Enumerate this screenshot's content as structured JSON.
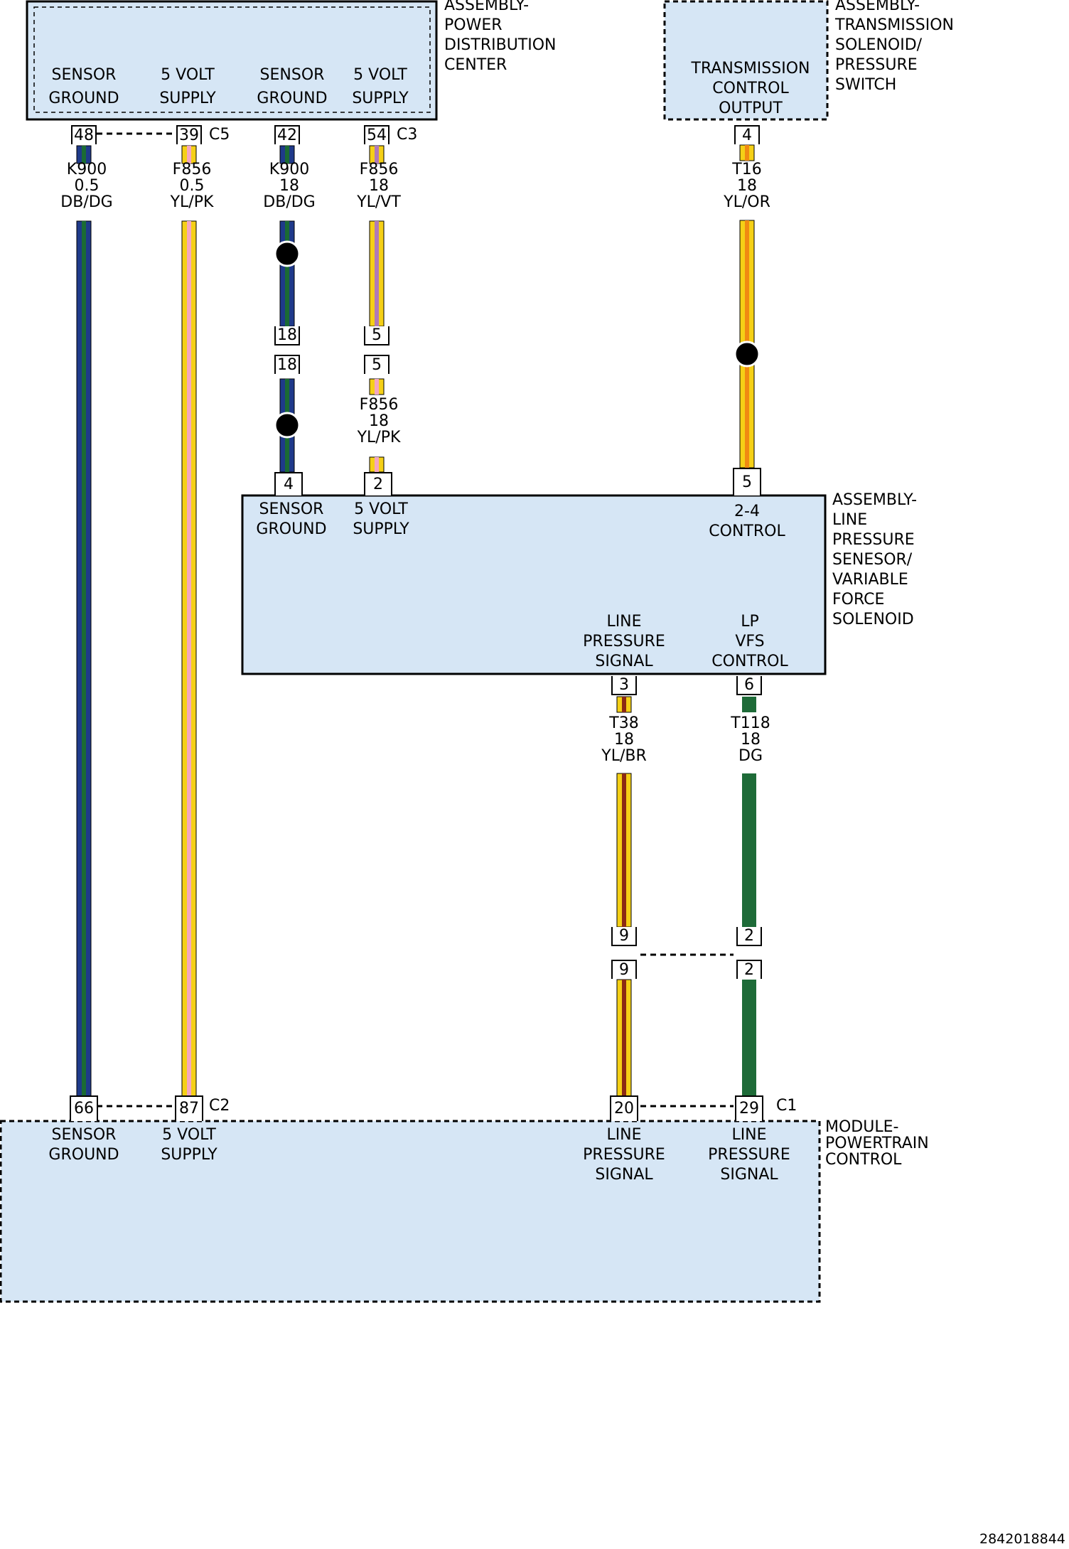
{
  "components": {
    "pdc": {
      "name": [
        "ASSEMBLY-",
        "POWER",
        "DISTRIBUTION",
        "CENTER"
      ],
      "functions": [
        {
          "line1": "SENSOR",
          "line2": "GROUND"
        },
        {
          "line1": "5 VOLT",
          "line2": "SUPPLY"
        },
        {
          "line1": "SENSOR",
          "line2": "GROUND"
        },
        {
          "line1": "5 VOLT",
          "line2": "SUPPLY"
        }
      ]
    },
    "tsps": {
      "name": [
        "ASSEMBLY-",
        "TRANSMISSION",
        "SOLENOID/",
        "PRESSURE",
        "SWITCH"
      ],
      "function": [
        "TRANSMISSION",
        "CONTROL",
        "OUTPUT"
      ]
    },
    "lps": {
      "name": [
        "ASSEMBLY-",
        "LINE",
        "PRESSURE",
        "SENESOR/",
        "VARIABLE",
        "FORCE",
        "SOLENOID"
      ],
      "functions": {
        "sensor_ground": [
          "SENSOR",
          "GROUND"
        ],
        "volt_supply": [
          "5 VOLT",
          "SUPPLY"
        ],
        "control_24": [
          "2-4",
          "CONTROL"
        ],
        "line_pressure_signal": [
          "LINE",
          "PRESSURE",
          "SIGNAL"
        ],
        "lp_vfs_control": [
          "LP",
          "VFS",
          "CONTROL"
        ]
      }
    },
    "pcm": {
      "name": [
        "MODULE-",
        "POWERTRAIN",
        "CONTROL"
      ],
      "functions": {
        "sensor_ground": [
          "SENSOR",
          "GROUND"
        ],
        "volt_supply": [
          "5 VOLT",
          "SUPPLY"
        ],
        "line_pressure_signal_1": [
          "LINE",
          "PRESSURE",
          "SIGNAL"
        ],
        "line_pressure_signal_2": [
          "LINE",
          "PRESSURE",
          "SIGNAL"
        ]
      }
    }
  },
  "connectors": {
    "c5": "C5",
    "c3": "C3",
    "c2": "C2",
    "c1": "C1"
  },
  "pins": {
    "pdc_48": "48",
    "pdc_39": "39",
    "pdc_42": "42",
    "pdc_54": "54",
    "tsps_4": "4",
    "inline_18a": "18",
    "inline_18b": "18",
    "inline_5a": "5",
    "inline_5b": "5",
    "lps_4": "4",
    "lps_2": "2",
    "lps_5": "5",
    "lps_3": "3",
    "lps_6": "6",
    "inline_9a": "9",
    "inline_9b": "9",
    "inline_2a": "2",
    "inline_2b": "2",
    "pcm_66": "66",
    "pcm_87": "87",
    "pcm_20": "20",
    "pcm_29": "29"
  },
  "wires": {
    "k900_05": {
      "circuit": "K900",
      "gauge": "0.5",
      "color": "DB/DG",
      "base": "#1f3a8a",
      "stripe": "#1b6b34"
    },
    "f856_05": {
      "circuit": "F856",
      "gauge": "0.5",
      "color": "YL/PK",
      "base": "#f5d016",
      "stripe": "#f4a6c0"
    },
    "k900_18": {
      "circuit": "K900",
      "gauge": "18",
      "color": "DB/DG",
      "base": "#1f3a8a",
      "stripe": "#1b6b34"
    },
    "f856_18_vt": {
      "circuit": "F856",
      "gauge": "18",
      "color": "YL/VT",
      "base": "#f5d016",
      "stripe": "#b07ab8"
    },
    "f856_18_pk": {
      "circuit": "F856",
      "gauge": "18",
      "color": "YL/PK",
      "base": "#f5d016",
      "stripe": "#f4a6c0"
    },
    "t16": {
      "circuit": "T16",
      "gauge": "18",
      "color": "YL/OR",
      "base": "#f5d016",
      "stripe": "#f08a12"
    },
    "t38": {
      "circuit": "T38",
      "gauge": "18",
      "color": "YL/BR",
      "base": "#f5d016",
      "stripe": "#8b2a14"
    },
    "t118": {
      "circuit": "T118",
      "gauge": "18",
      "color": "DG",
      "base": "#1e6b38",
      "stripe": "#1e6b38"
    }
  },
  "colors": {
    "box_fill": "#d6e6f5",
    "outline": "#000000"
  },
  "footer_id": "2842018844"
}
